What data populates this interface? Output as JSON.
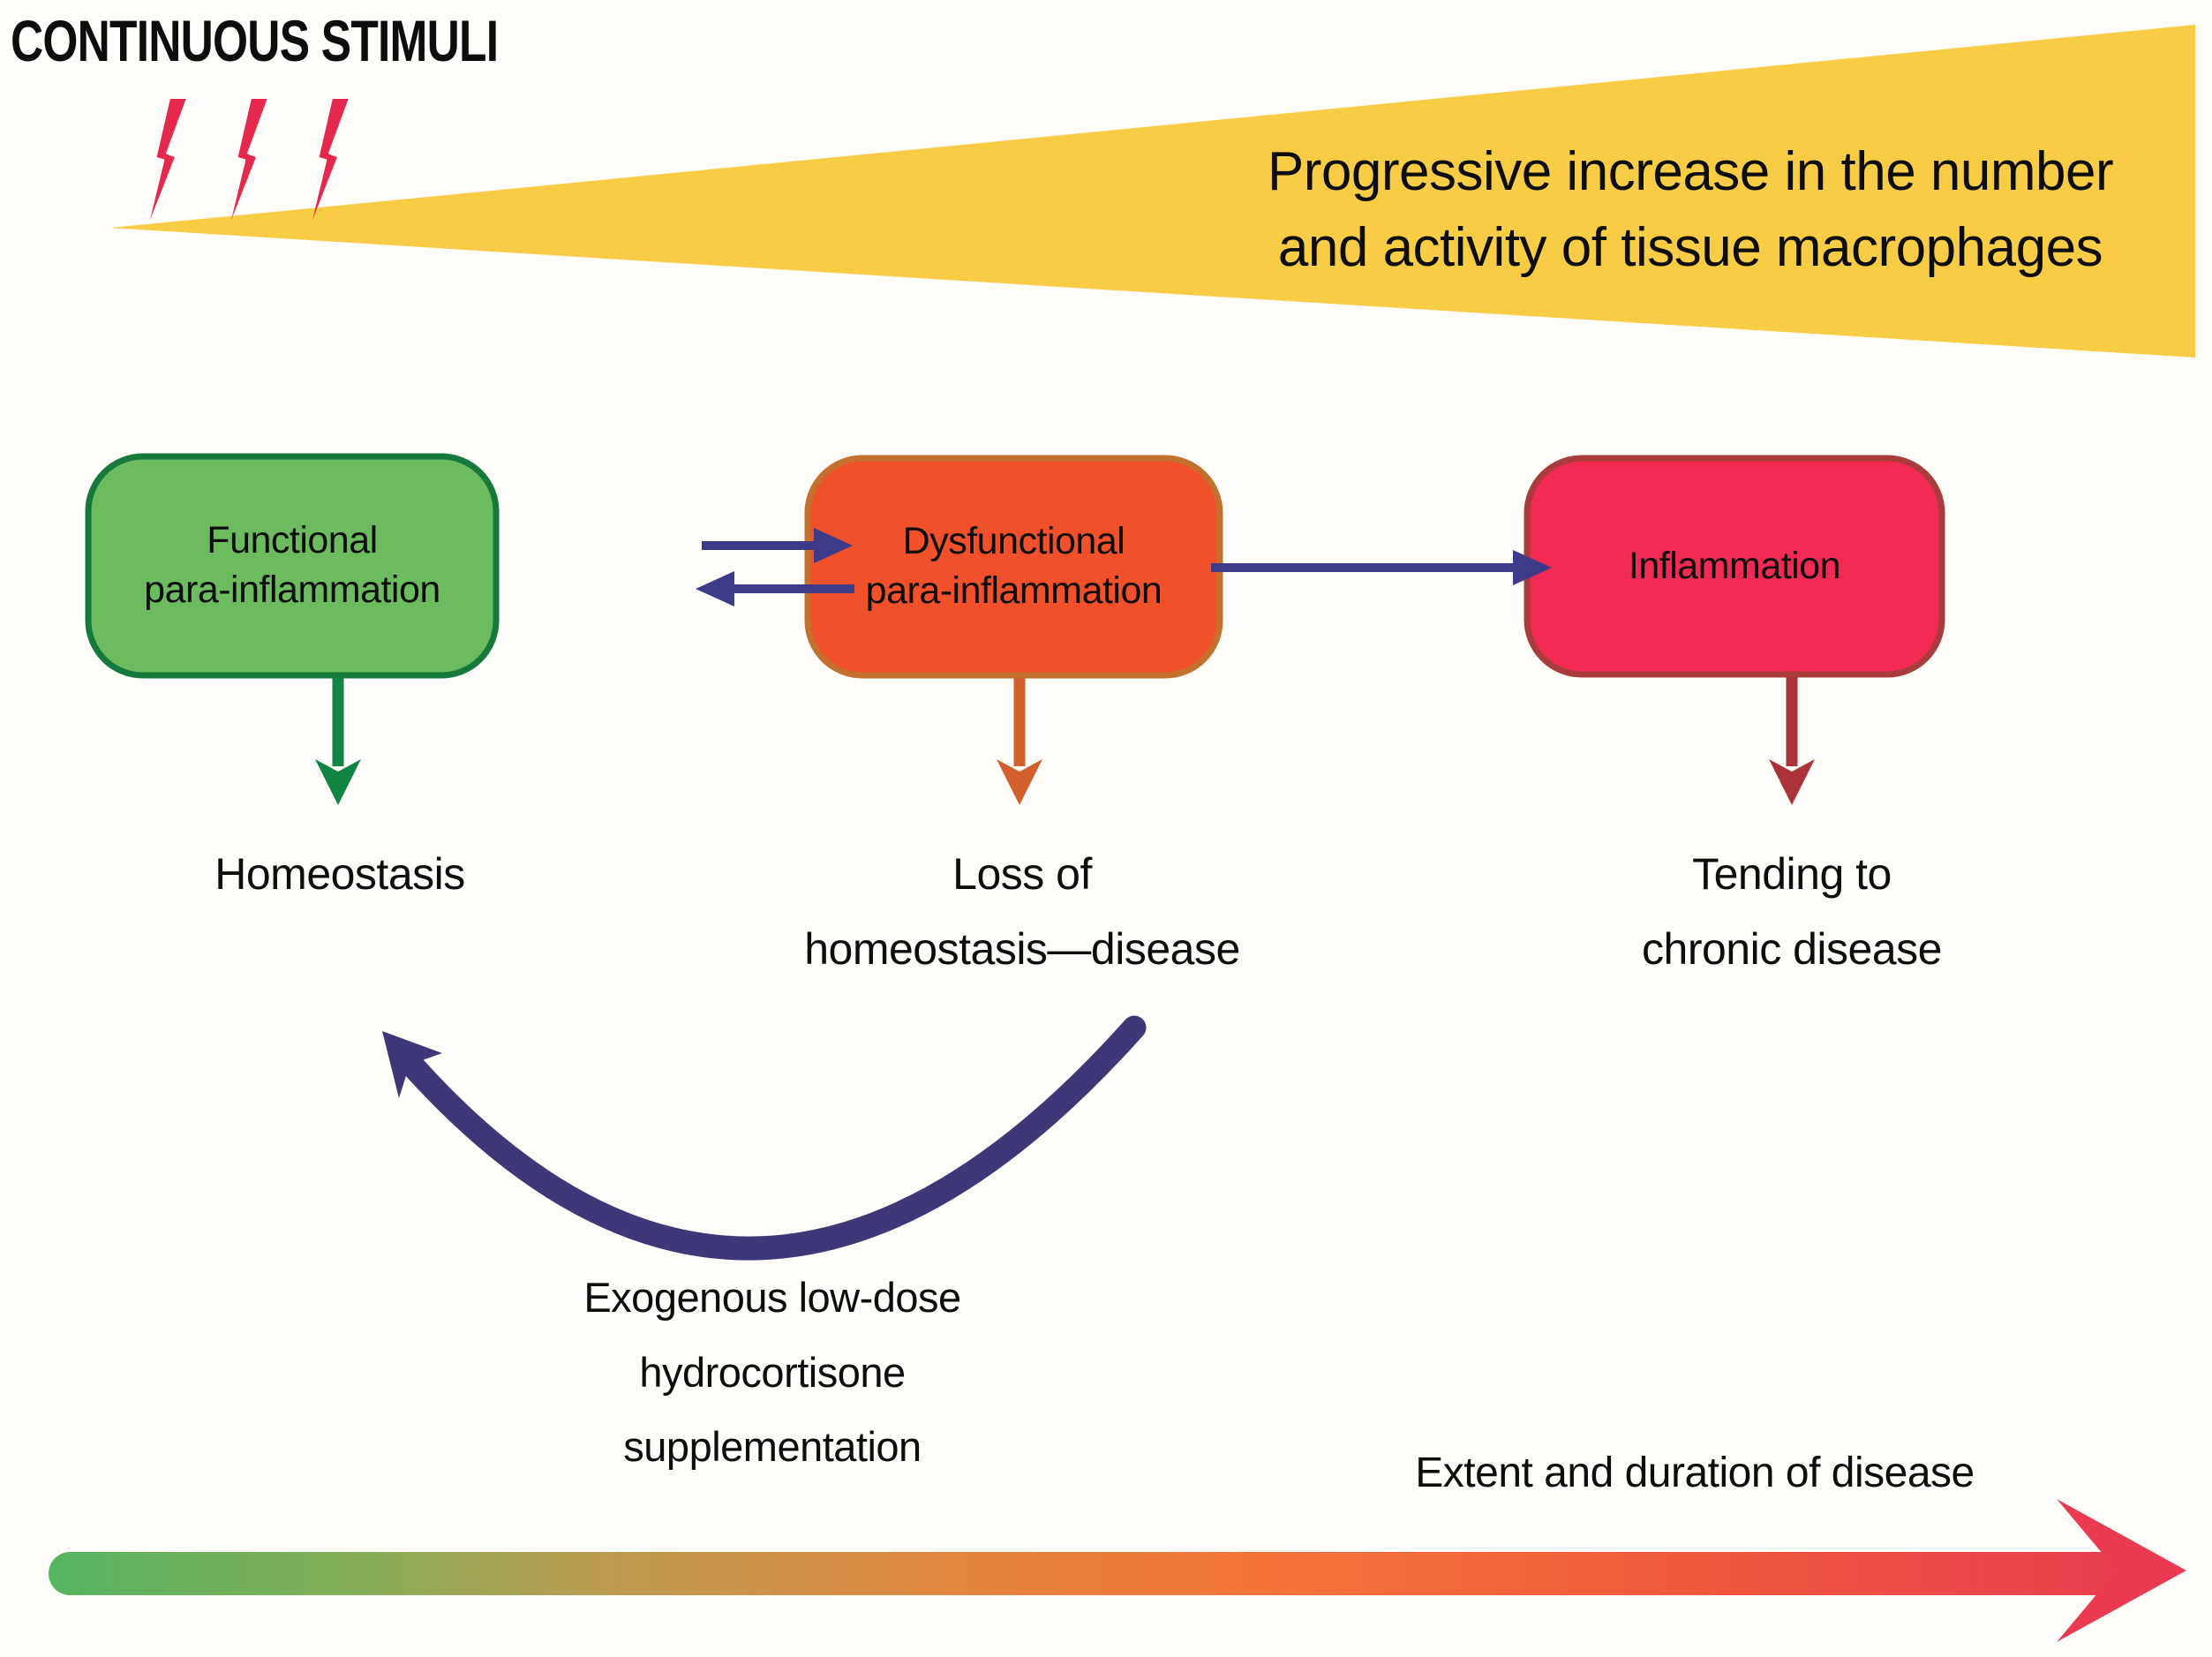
{
  "title": "CONTINUOUS STIMULI",
  "stimuli_icon_color": "#e5294c",
  "wedge": {
    "line1": "Progressive increase in the number",
    "line2": "and activity of tissue macrophages",
    "color": "#f8cc45"
  },
  "flow_arrow_color": "#3e3a8a",
  "stages": {
    "functional": {
      "line1": "Functional",
      "line2": "para-inflammation",
      "fill": "#6cbb5f",
      "border": "#15793b",
      "down_arrow_color": "#118442",
      "outcome_line1": "Homeostasis",
      "outcome_line2": ""
    },
    "dysfunctional": {
      "line1": "Dysfunctional",
      "line2": "para-inflammation",
      "fill": "#f0512a",
      "border": "#c4702e",
      "down_arrow_color": "#d2602c",
      "outcome_line1": "Loss of",
      "outcome_line2": "homeostasis—disease"
    },
    "inflammation": {
      "line1": "Inflammation",
      "line2": "",
      "fill": "#f02a52",
      "border": "#a83b3b",
      "down_arrow_color": "#a93338",
      "outcome_line1": "Tending to",
      "outcome_line2": "chronic disease"
    }
  },
  "feedback_loop": {
    "line1": "Exogenous low-dose",
    "line2": "hydrocortisone",
    "line3": "supplementation",
    "arrow_color": "#3e3878"
  },
  "bottom_axis": {
    "label": "Extent and duration of disease",
    "gradient": [
      "#54b45f",
      "#c09a50",
      "#f4753a",
      "#f05a3b",
      "#e93a52"
    ]
  }
}
